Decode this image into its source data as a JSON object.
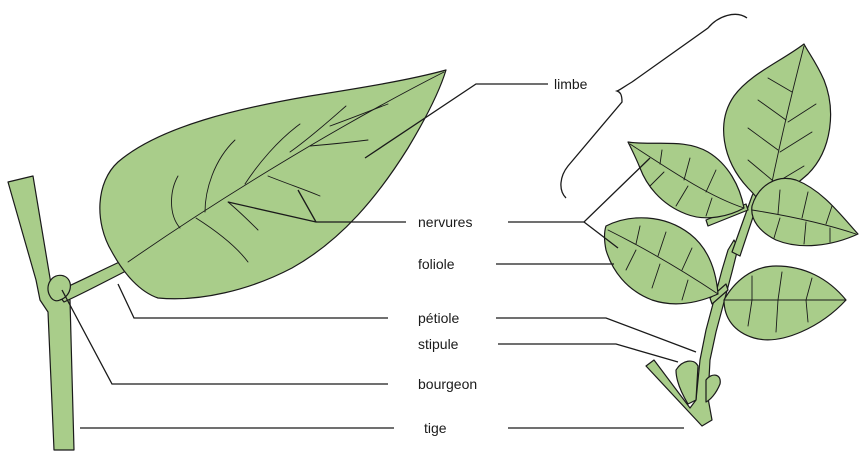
{
  "labels": {
    "limbe": "limbe",
    "nervures": "nervures",
    "foliole": "foliole",
    "petiole": "pétiole",
    "stipule": "stipule",
    "bourgeon": "bourgeon",
    "tige": "tige"
  },
  "colors": {
    "leaf_fill": "#a9cd8a",
    "outline": "#1a1a1a",
    "background": "#ffffff"
  }
}
